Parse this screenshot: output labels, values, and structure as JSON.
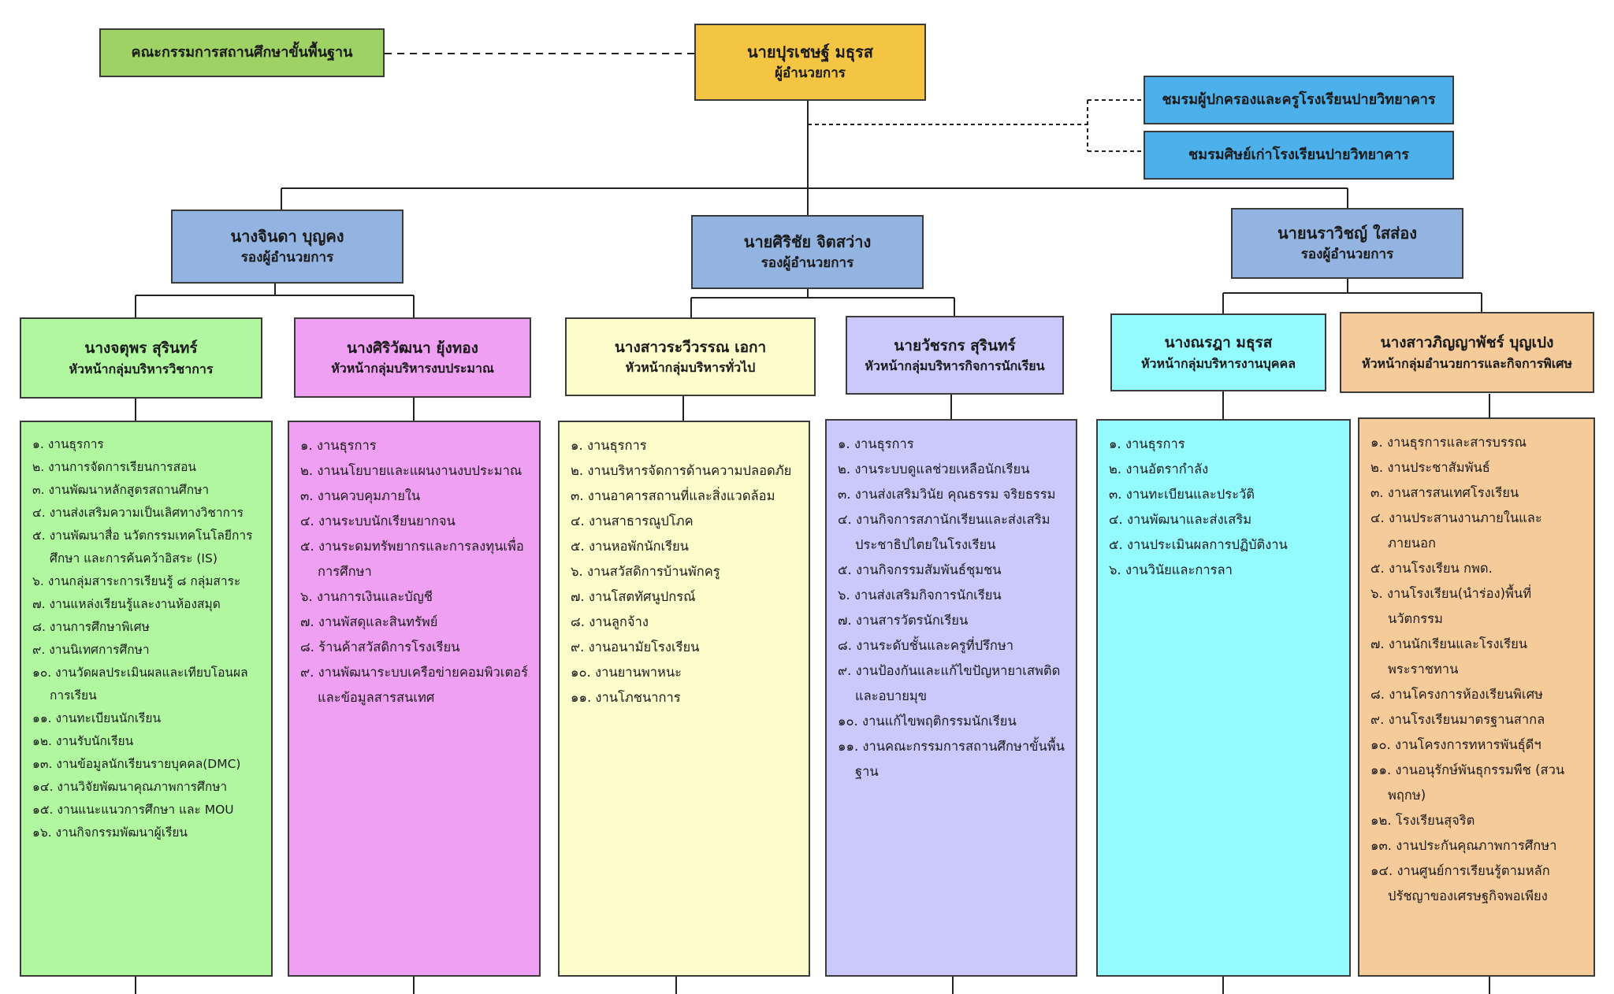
{
  "colors": {
    "board": "#9fd264",
    "director": "#f4c542",
    "clubs": "#4cb0ea",
    "deputy": "#93b4e0",
    "academic": "#b0f7a0",
    "budget": "#f0a0f3",
    "general": "#fdfccb",
    "student": "#cbc8fb",
    "personnel": "#93fbfd",
    "special": "#f6cb9a"
  },
  "board": {
    "label": "คณะกรรมการสถานศึกษาขั้นพื้นฐาน"
  },
  "director": {
    "name": "นายปุรเชษฐ์   มธุรส",
    "title": "ผู้อำนวยการ"
  },
  "clubs": [
    {
      "label": "ชมรมผู้ปกครองและครูโรงเรียนปายวิทยาคาร"
    },
    {
      "label": "ชมรมศิษย์เก่าโรงเรียนปายวิทยาคาร"
    }
  ],
  "deputies": [
    {
      "name": "นางจินดา  บุญคง",
      "title": "รองผู้อำนวยการ"
    },
    {
      "name": "นายศิริชัย  จิตสว่าง",
      "title": "รองผู้อำนวยการ"
    },
    {
      "name": "นายนราวิชญ์   ใสส่อง",
      "title": "รองผู้อำนวยการ"
    }
  ],
  "heads": [
    {
      "name": "นางจตุพร  สุรินทร์",
      "title": "หัวหน้ากลุ่มบริหารวิชาการ"
    },
    {
      "name": "นางศิริวัฒนา ยุ้งทอง",
      "title": "หัวหน้ากลุ่มบริหารงบประมาณ"
    },
    {
      "name": "นางสาวระวีวรรณ เอกา",
      "title": "หัวหน้ากลุ่มบริหารทั่วไป"
    },
    {
      "name": "นายวัชรกร สุรินทร์",
      "title": "หัวหน้ากลุ่มบริหารกิจการนักเรียน"
    },
    {
      "name": "นางณรฎา มธุรส",
      "title": "หัวหน้ากลุ่มบริหารงานบุคคล"
    },
    {
      "name": "นางสาวภิญญาพัชร์ บุญเปง",
      "title": "หัวหน้ากลุ่มอำนวยการและกิจการพิเศษ"
    }
  ],
  "tasks": [
    [
      "๑. งานธุรการ",
      "๒. งานการจัดการเรียนการสอน",
      "๓. งานพัฒนาหลักสูตรสถานศึกษา",
      "๔. งานส่งเสริมความเป็นเลิศทางวิชาการ",
      "๕. งานพัฒนาสื่อ นวัตกรรมเทคโนโลยีการศึกษา และการค้นคว้าอิสระ (IS)",
      "๖. งานกลุ่มสาระการเรียนรู้ ๘ กลุ่มสาระ",
      "๗. งานแหล่งเรียนรู้และงานห้องสมุด",
      "๘. งานการศึกษาพิเศษ",
      "๙. งานนิเทศการศึกษา",
      "๑๐. งานวัดผลประเมินผลและเทียบโอนผลการเรียน",
      "๑๑. งานทะเบียนนักเรียน",
      "๑๒. งานรับนักเรียน",
      "๑๓. งานข้อมูลนักเรียนรายบุคคล(DMC)",
      "๑๔. งานวิจัยพัฒนาคุณภาพการศึกษา",
      "๑๕. งานแนะแนวการศึกษา และ MOU",
      "๑๖. งานกิจกรรมพัฒนาผู้เรียน"
    ],
    [
      "๑. งานธุรการ",
      "๒. งานนโยบายและแผนงานงบประมาณ",
      "๓. งานควบคุมภายใน",
      "๔. งานระบบนักเรียนยากจน",
      "๕. งานระดมทรัพยากรและการลงทุนเพื่อการศึกษา",
      "๖. งานการเงินและบัญชี",
      "๗. งานพัสดุและสินทรัพย์",
      "๘. ร้านค้าสวัสดิการโรงเรียน",
      "๙. งานพัฒนาระบบเครือข่ายคอมพิวเตอร์และข้อมูลสารสนเทศ"
    ],
    [
      "๑. งานธุรการ",
      "๒. งานบริหารจัดการด้านความปลอดภัย",
      "๓. งานอาคารสถานที่และสิ่งแวดล้อม",
      "๔. งานสาธารณูปโภค",
      "๕. งานหอพักนักเรียน",
      "๖. งานสวัสดิการบ้านพักครู",
      "๗. งานโสตทัศนูปกรณ์",
      "๘. งานลูกจ้าง",
      "๙. งานอนามัยโรงเรียน",
      "๑๐. งานยานพาหนะ",
      "๑๑. งานโภชนาการ"
    ],
    [
      "๑. งานธุรการ",
      "๒. งานระบบดูแลช่วยเหลือนักเรียน",
      "๓. งานส่งเสริมวินัย คุณธรรม จริยธรรม",
      "๔. งานกิจการสภานักเรียนและส่งเสริมประชาธิปไตยในโรงเรียน",
      "๕. งานกิจกรรมสัมพันธ์ชุมชน",
      "๖. งานส่งเสริมกิจการนักเรียน",
      "๗. งานสารวัตรนักเรียน",
      "๘. งานระดับชั้นและครูที่ปรึกษา",
      "๙. งานป้องกันและแก้ไขปัญหายาเสพติดและอบายมุข",
      "๑๐. งานแก้ไขพฤติกรรมนักเรียน",
      "๑๑. งานคณะกรรมการสถานศึกษาขั้นพื้นฐาน"
    ],
    [
      "๑. งานธุรการ",
      "๒. งานอัตรากำลัง",
      "๓. งานทะเบียนและประวัติ",
      "๔. งานพัฒนาและส่งเสริม",
      "๕. งานประเมินผลการปฏิบัติงาน",
      "๖. งานวินัยและการลา"
    ],
    [
      "๑. งานธุรการและสารบรรณ",
      "๒. งานประชาสัมพันธ์",
      "๓. งานสารสนเทศโรงเรียน",
      "๔. งานประสานงานภายในและภายนอก",
      "๕. งานโรงเรียน กพด.",
      "๖. งานโรงเรียน(นำร่อง)พื้นที่นวัตกรรม",
      "๗. งานนักเรียนและโรงเรียนพระราชทาน",
      "๘. งานโครงการห้องเรียนพิเศษ",
      "๙. งานโรงเรียนมาตรฐานสากล",
      "๑๐. งานโครงการทหารพันธุ์ดีฯ",
      "๑๑. งานอนุรักษ์พันธุกรรมพืช (สวนพฤกษ)",
      "๑๒. โรงเรียนสุจริต",
      "๑๓. งานประกันคุณภาพการศึกษา",
      "๑๔. งานศูนย์การเรียนรู้ตามหลักปรัชญาของเศรษฐกิจพอเพียง"
    ]
  ]
}
